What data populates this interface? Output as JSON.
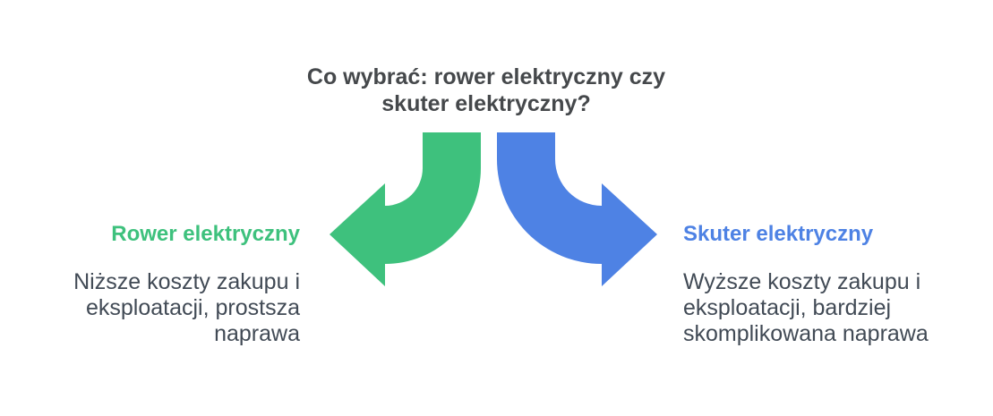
{
  "title": {
    "line1": "Co wybrać: rower elektryczny czy",
    "line2": "skuter elektryczny?"
  },
  "options": {
    "left": {
      "heading": "Rower elektryczny",
      "description": "Niższe koszty zakupu i eksploatacji, prostsza naprawa"
    },
    "right": {
      "heading": "Skuter elektryczny",
      "description": "Wyższe koszty zakupu i eksploatacji, bardziej skomplikowana naprawa"
    }
  },
  "icons": {
    "left_arrow": "curved-arrow-left",
    "right_arrow": "curved-arrow-right"
  },
  "colors": {
    "green": "#3EC17D",
    "blue": "#4E82E4",
    "title_text": "#45484B",
    "body_text": "#414A55",
    "background": "#FFFFFF"
  }
}
